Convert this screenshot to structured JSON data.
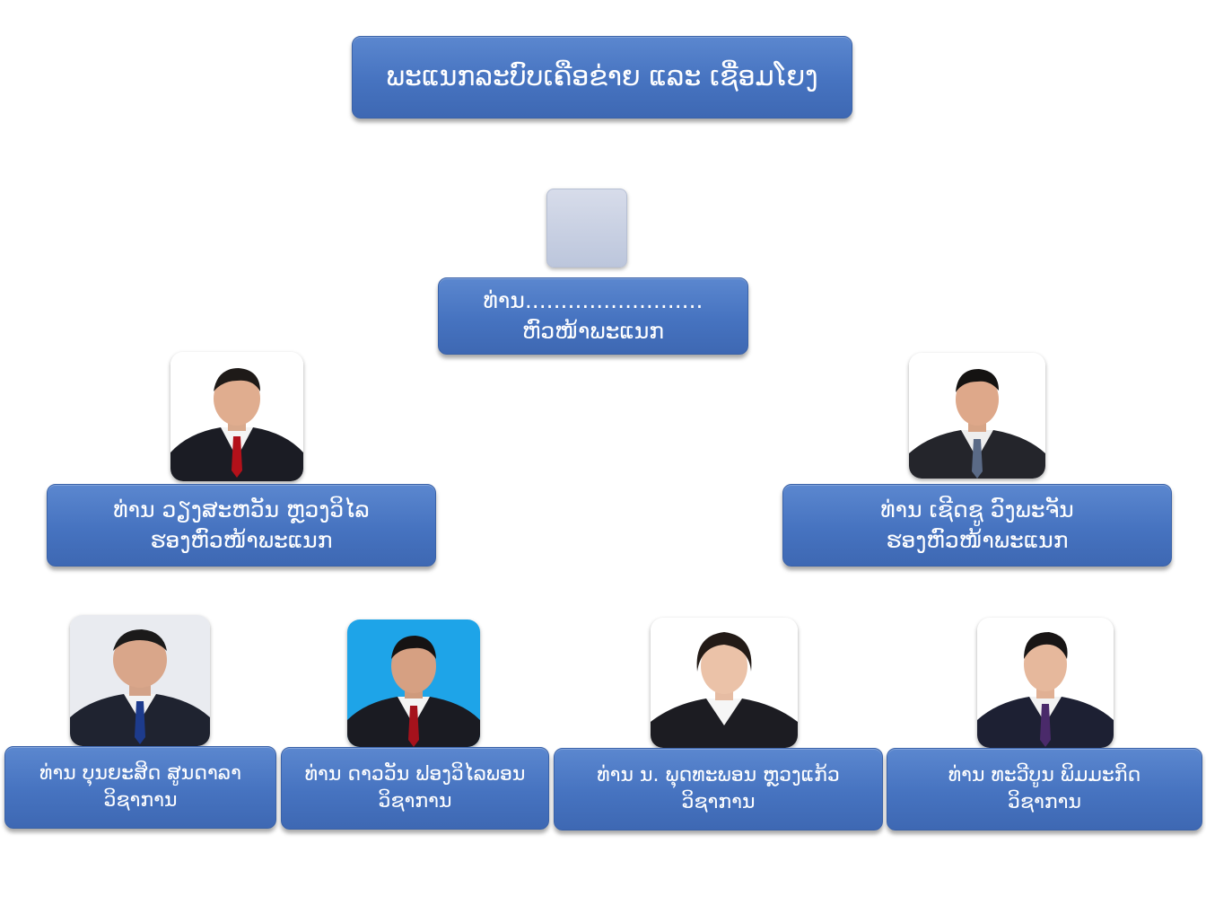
{
  "title": "ພະແນກລະບົບເຄືອຂ່າຍ ແລະ ເຊື່ອມໂຍງ",
  "head": {
    "name": "ທ່ານ.........................",
    "role": "ຫົວໜ້າພະແນກ"
  },
  "deputies": [
    {
      "name": "ທ່ານ ວຽງສະຫວັນ ຫຼວງວິໄລ",
      "role": "ຮອງຫົວໜ້າພະແນກ"
    },
    {
      "name": "ທ່ານ ເຊີດຊູ ວົງພະຈັນ",
      "role": "ຮອງຫົວໜ້າພະແນກ"
    }
  ],
  "staff": [
    {
      "name": "ທ່ານ ບຸນຍະສິດ ສູນດາລາ",
      "role": "ວິຊາການ"
    },
    {
      "name": "ທ່ານ ດາວວັນ ຟອງວິໄລພອນ",
      "role": "ວິຊາການ"
    },
    {
      "name": "ທ່ານ ນ. ພຸດທະພອນ ຫຼວງແກ້ວ",
      "role": "ວິຊາການ"
    },
    {
      "name": "ທ່ານ ທະວີບູນ ພິມມະກິດ",
      "role": "ວິຊາການ"
    }
  ],
  "colors": {
    "box": "#4a76c2",
    "text": "#ffffff",
    "background": "#ffffff"
  }
}
